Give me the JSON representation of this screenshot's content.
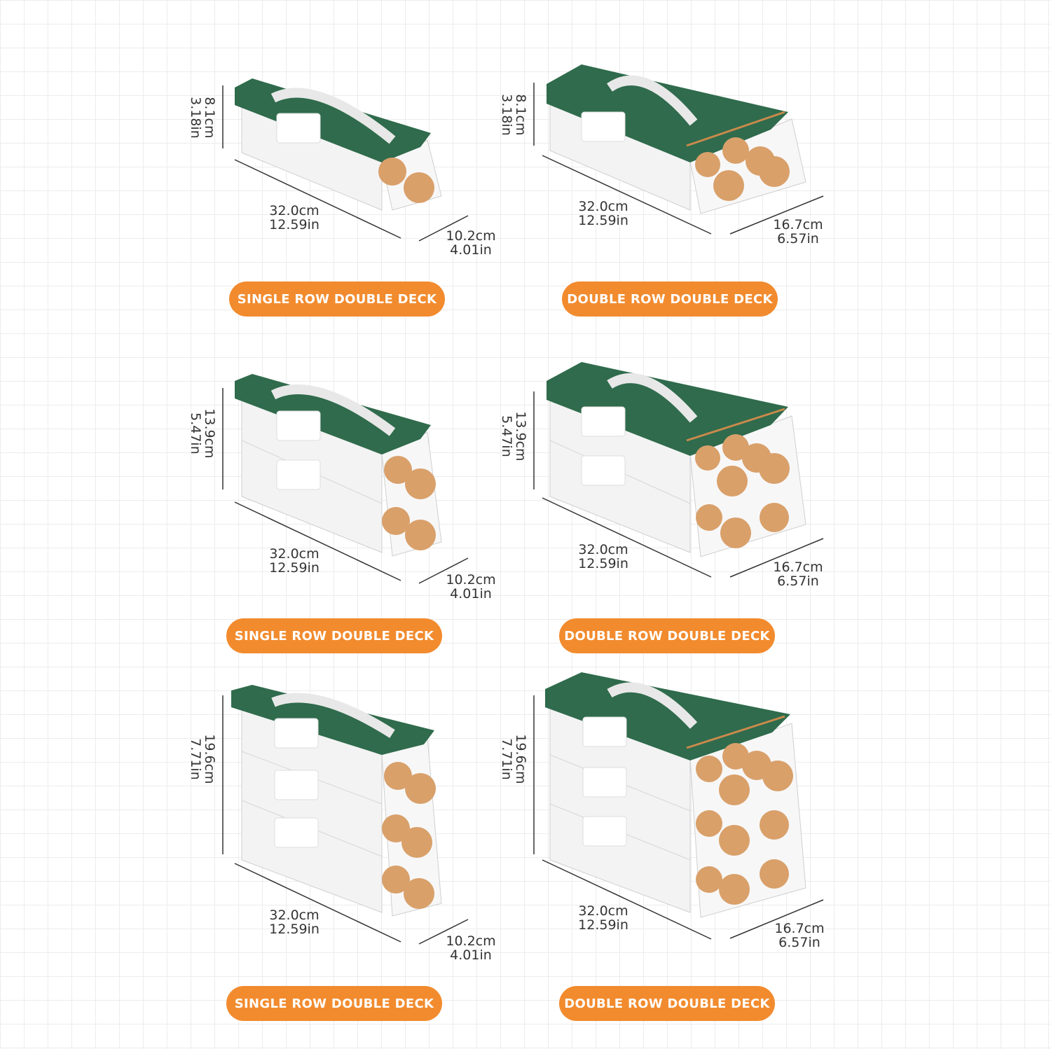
{
  "colors": {
    "lid": "#2f6b4c",
    "badge": "#f28b2e",
    "egg": "#d9a06a",
    "bg": "#ffffff"
  },
  "panels": [
    {
      "label": "SINGLE ROW DOUBLE DECK",
      "height_cm": "8.1cm",
      "height_in": "3.18in",
      "length_cm": "32.0cm",
      "length_in": "12.59in",
      "width_cm": "10.2cm",
      "width_in": "4.01in"
    },
    {
      "label": "DOUBLE ROW DOUBLE DECK",
      "height_cm": "8.1cm",
      "height_in": "3.18in",
      "length_cm": "32.0cm",
      "length_in": "12.59in",
      "width_cm": "16.7cm",
      "width_in": "6.57in"
    },
    {
      "label": "SINGLE ROW DOUBLE DECK",
      "height_cm": "13.9cm",
      "height_in": "5.47in",
      "length_cm": "32.0cm",
      "length_in": "12.59in",
      "width_cm": "10.2cm",
      "width_in": "4.01in"
    },
    {
      "label": "DOUBLE ROW DOUBLE DECK",
      "height_cm": "13.9cm",
      "height_in": "5.47in",
      "length_cm": "32.0cm",
      "length_in": "12.59in",
      "width_cm": "16.7cm",
      "width_in": "6.57in"
    },
    {
      "label": "SINGLE ROW DOUBLE DECK",
      "height_cm": "19.6cm",
      "height_in": "7.71in",
      "length_cm": "32.0cm",
      "length_in": "12.59in",
      "width_cm": "10.2cm",
      "width_in": "4.01in"
    },
    {
      "label": "DOUBLE ROW DOUBLE DECK",
      "height_cm": "19.6cm",
      "height_in": "7.71in",
      "length_cm": "32.0cm",
      "length_in": "12.59in",
      "width_cm": "16.7cm",
      "width_in": "6.57in"
    }
  ]
}
